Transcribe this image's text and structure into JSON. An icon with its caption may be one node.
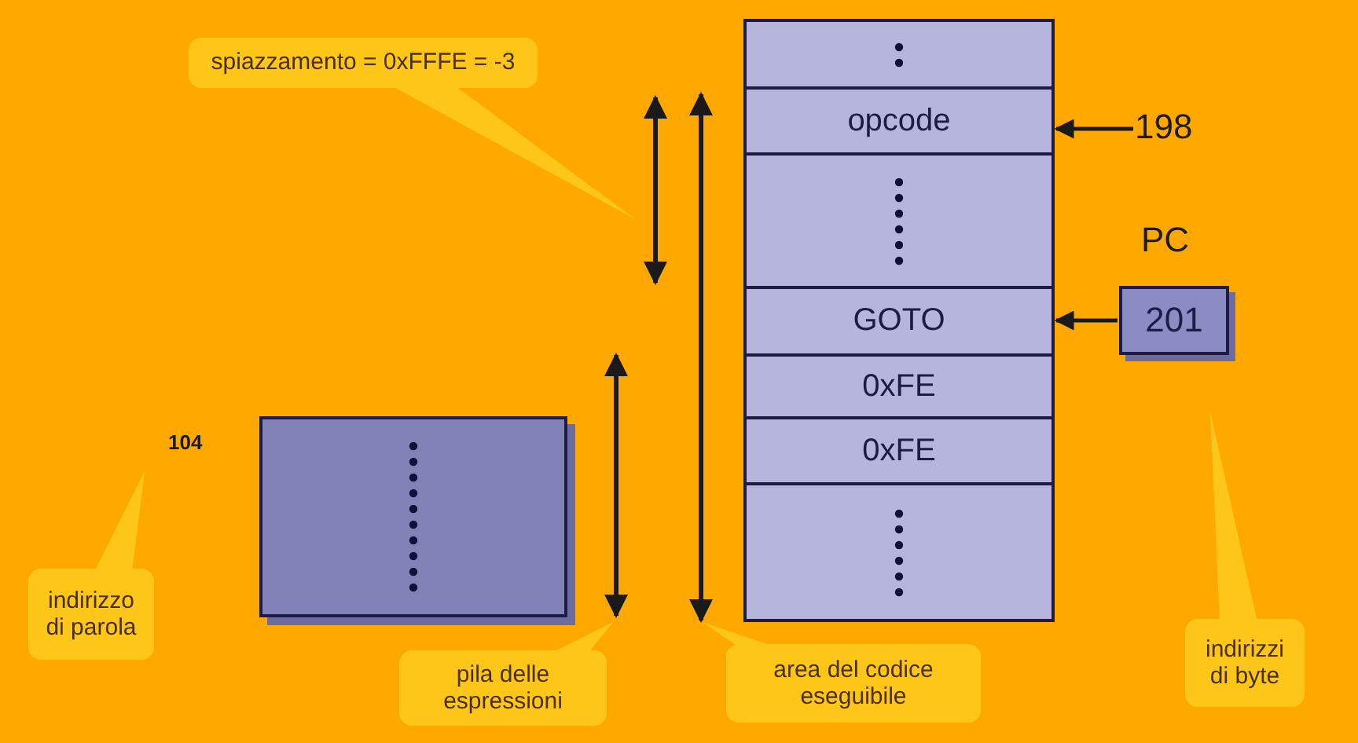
{
  "diagram": {
    "nodes": [
      {
        "text": [
          "spiazzamento = 0xFFFE = -3"
        ]
      },
      {
        "text": [],
        "shape": "box"
      },
      {
        "text": [
          "opcode"
        ]
      },
      {
        "text": [
          "198"
        ]
      },
      {
        "text": [],
        "shape": "box"
      },
      {
        "text": [
          "PC",
          "201"
        ]
      },
      {
        "text": [
          "GOTO"
        ]
      },
      {
        "text": [
          "0xFE"
        ]
      },
      {
        "text": [
          "0xFE"
        ]
      },
      {
        "text": [],
        "shape": "box"
      },
      {
        "text": [],
        "shape": "box"
      },
      {
        "text": [
          "indirizzo di parola"
        ]
      },
      {
        "text": [
          "pila delle espressioni"
        ]
      },
      {
        "text": [
          "area del codice eseguibile"
        ]
      },
      {
        "text": [
          "indirizzi di byte"
        ]
      }
    ],
    "edges": [
      {
        "from": 3,
        "to": 2,
        "arrow": "to"
      },
      {
        "from": 5,
        "to": 6,
        "arrow": "to"
      }
    ],
    "labels": [
      "104"
    ]
  }
}
